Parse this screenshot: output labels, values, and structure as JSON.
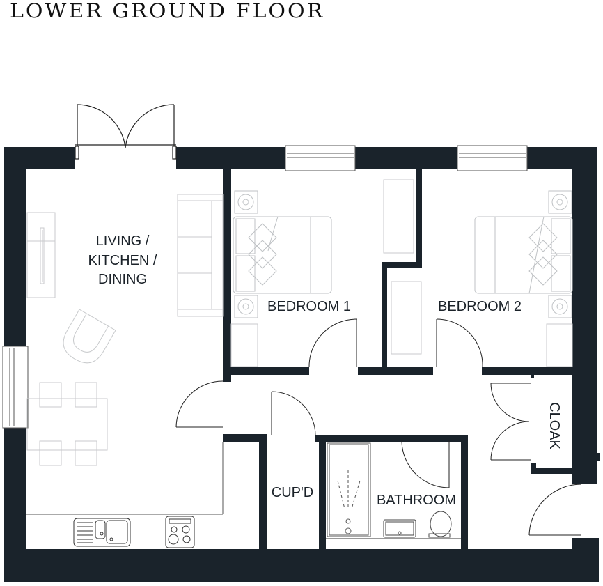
{
  "title": "LOWER GROUND FLOOR",
  "colors": {
    "wall": "#1a232b",
    "furniture": "#b9bcbf",
    "fixture_line": "#2a2f34",
    "background": "#ffffff"
  },
  "rooms": {
    "living": {
      "lines": [
        "LIVING /",
        "KITCHEN /",
        "DINING"
      ]
    },
    "bedroom1": {
      "label": "BEDROOM 1"
    },
    "bedroom2": {
      "label": "BEDROOM 2"
    },
    "cupboard": {
      "label": "CUP'D"
    },
    "bathroom": {
      "label": "BATHROOM"
    },
    "cloak": {
      "label": "CLOAK"
    }
  },
  "icons": {
    "french_doors": "double-door-swing-icon",
    "window": "window-icon",
    "bed": "double-bed-icon",
    "nightstand": "bedside-lamp-icon",
    "wardrobe": "wardrobe-icon",
    "sofa": "sofa-icon",
    "armchair": "armchair-icon",
    "dining_table": "dining-table-icon",
    "sink": "kitchen-sink-icon",
    "hob": "cooker-hob-icon",
    "bath": "bathtub-icon",
    "basin": "wash-basin-icon",
    "toilet": "toilet-icon",
    "door": "door-swing-icon"
  }
}
